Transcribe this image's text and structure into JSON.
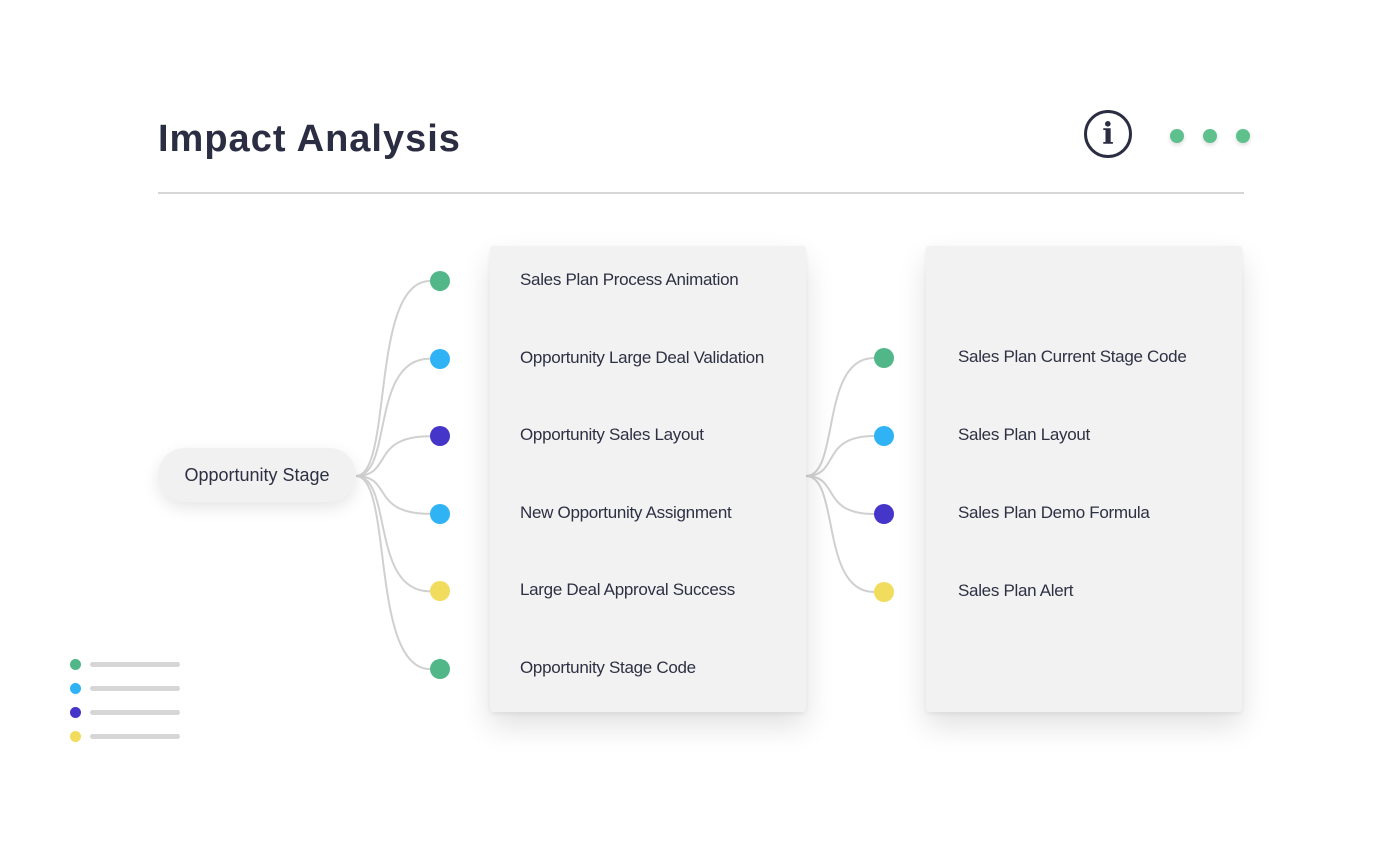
{
  "header": {
    "title": "Impact Analysis",
    "info_icon": "info-icon",
    "menu_icon": "more-dots-icon",
    "menu_color": "#5ec08d"
  },
  "colors": {
    "green": "#52b788",
    "blue": "#2fb3f5",
    "indigo": "#4535c8",
    "yellow": "#f2dc5d",
    "connector": "#d0d0d0"
  },
  "root": {
    "label": "Opportunity Stage"
  },
  "group1": {
    "items": [
      {
        "label": "Sales Plan Process Animation",
        "color": "#52b788"
      },
      {
        "label": "Opportunity Large Deal Validation",
        "color": "#2fb3f5"
      },
      {
        "label": "Opportunity Sales Layout",
        "color": "#4535c8"
      },
      {
        "label": "New Opportunity Assignment",
        "color": "#2fb3f5"
      },
      {
        "label": "Large Deal Approval Success",
        "color": "#f2dc5d"
      },
      {
        "label": "Opportunity Stage Code",
        "color": "#52b788"
      }
    ]
  },
  "group2": {
    "items": [
      {
        "label": "Sales Plan Current Stage Code",
        "color": "#52b788"
      },
      {
        "label": "Sales Plan Layout",
        "color": "#2fb3f5"
      },
      {
        "label": "Sales Plan Demo Formula",
        "color": "#4535c8"
      },
      {
        "label": "Sales Plan Alert",
        "color": "#f2dc5d"
      }
    ]
  },
  "legend": {
    "items": [
      {
        "color": "#52b788"
      },
      {
        "color": "#2fb3f5"
      },
      {
        "color": "#4535c8"
      },
      {
        "color": "#f2dc5d"
      }
    ]
  }
}
